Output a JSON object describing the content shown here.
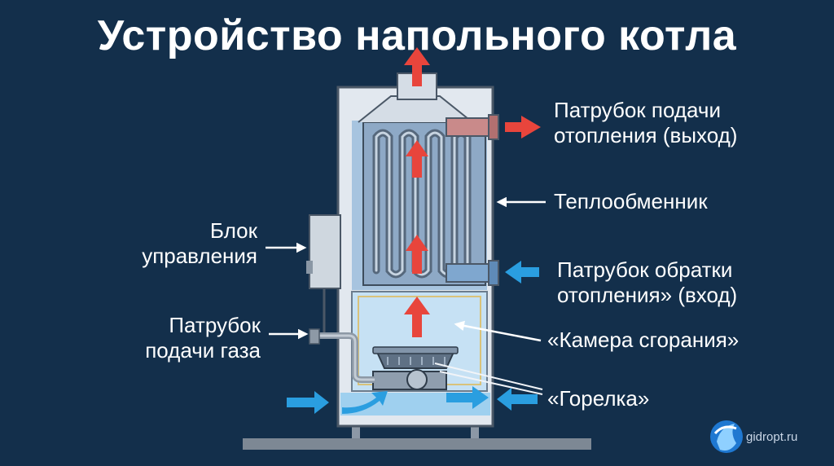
{
  "title": "Устройство напольного котла",
  "labels": {
    "supply_pipe": [
      "Патрубок подачи",
      "отопления (выход)"
    ],
    "heat_exchanger": "Теплообменник",
    "control_block": [
      "Блок",
      "управления"
    ],
    "return_pipe": [
      "Патрубок обратки",
      "отопления» (вход)"
    ],
    "gas_pipe": [
      "Патрубок",
      "подачи газа"
    ],
    "combustion_chamber": "«Камера сгорания»",
    "burner": "«Горелка»"
  },
  "logo": {
    "text": "gidropt.ru",
    "icon": "water-drop-icon"
  },
  "colors": {
    "background": "#132f4b",
    "hot_arrow": "#e8453c",
    "cold_arrow": "#2a9ee0",
    "water": "#cfe6f7",
    "casing": "#e2e8ef"
  }
}
